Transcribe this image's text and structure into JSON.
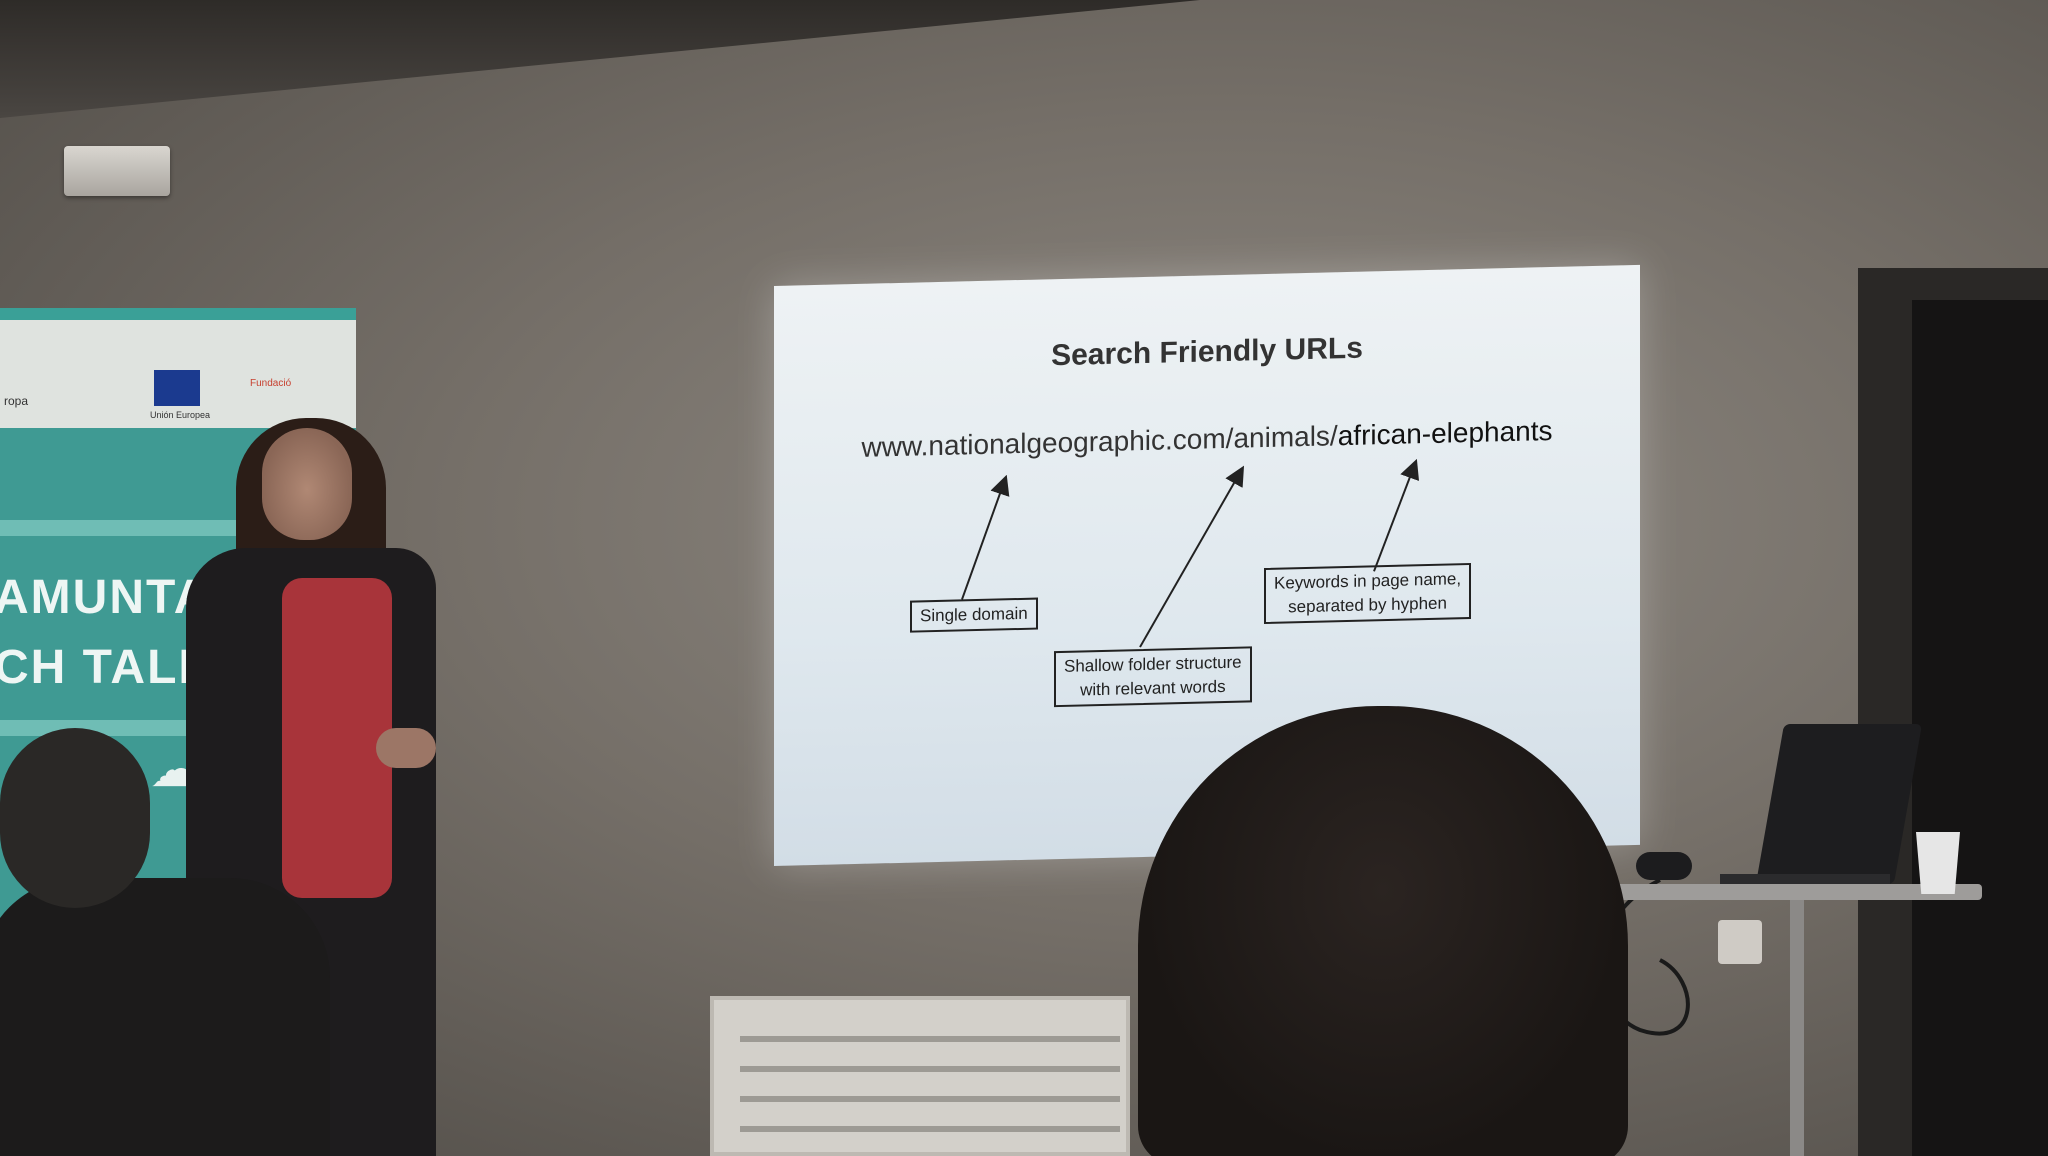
{
  "banner": {
    "sponsor_1": "ropa",
    "sponsor_2": "Unión Europea",
    "sponsor_3": "Fundació",
    "line_1": "AMUNTANA",
    "line_2": "CH TALKS"
  },
  "slide": {
    "title": "Search Friendly URLs",
    "url_part_1": "www.nationalgeographic.com/animals/",
    "url_part_2": "african-elephants",
    "callouts": {
      "domain": "Single domain",
      "folder_line_1": "Shallow folder structure",
      "folder_line_2": "with relevant words",
      "keywords_line_1": "Keywords in page name,",
      "keywords_line_2": "separated by hyphen"
    }
  },
  "colors": {
    "banner_teal": "#3f9a93",
    "slide_bg": "#e6edf1",
    "shirt_red": "#a8343a"
  }
}
